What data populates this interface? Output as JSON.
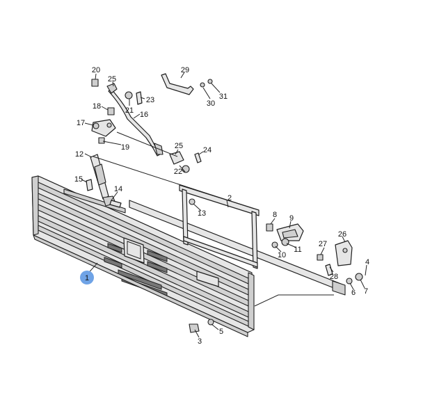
{
  "callouts": [
    {
      "id": "c1",
      "label": "1",
      "highlight": true
    },
    {
      "id": "c2",
      "label": "2"
    },
    {
      "id": "c3",
      "label": "3"
    },
    {
      "id": "c4",
      "label": "4"
    },
    {
      "id": "c5",
      "label": "5"
    },
    {
      "id": "c6",
      "label": "6"
    },
    {
      "id": "c7",
      "label": "7"
    },
    {
      "id": "c8",
      "label": "8"
    },
    {
      "id": "c9",
      "label": "9"
    },
    {
      "id": "c10",
      "label": "10"
    },
    {
      "id": "c11",
      "label": "11"
    },
    {
      "id": "c12",
      "label": "12"
    },
    {
      "id": "c13",
      "label": "13"
    },
    {
      "id": "c14",
      "label": "14"
    },
    {
      "id": "c15",
      "label": "15"
    },
    {
      "id": "c16",
      "label": "16"
    },
    {
      "id": "c17",
      "label": "17"
    },
    {
      "id": "c18",
      "label": "18"
    },
    {
      "id": "c19",
      "label": "19"
    },
    {
      "id": "c20",
      "label": "20"
    },
    {
      "id": "c21",
      "label": "21"
    },
    {
      "id": "c22",
      "label": "22"
    },
    {
      "id": "c23",
      "label": "23"
    },
    {
      "id": "c24",
      "label": "24"
    },
    {
      "id": "c25a",
      "label": "25"
    },
    {
      "id": "c25b",
      "label": "25"
    },
    {
      "id": "c26",
      "label": "26"
    },
    {
      "id": "c27",
      "label": "27"
    },
    {
      "id": "c28",
      "label": "28"
    },
    {
      "id": "c29",
      "label": "29"
    },
    {
      "id": "c30",
      "label": "30"
    },
    {
      "id": "c31",
      "label": "31"
    }
  ],
  "colors": {
    "highlight": "#6fa3e6",
    "line": "#222222",
    "part_fill": "#e6e6e6"
  }
}
